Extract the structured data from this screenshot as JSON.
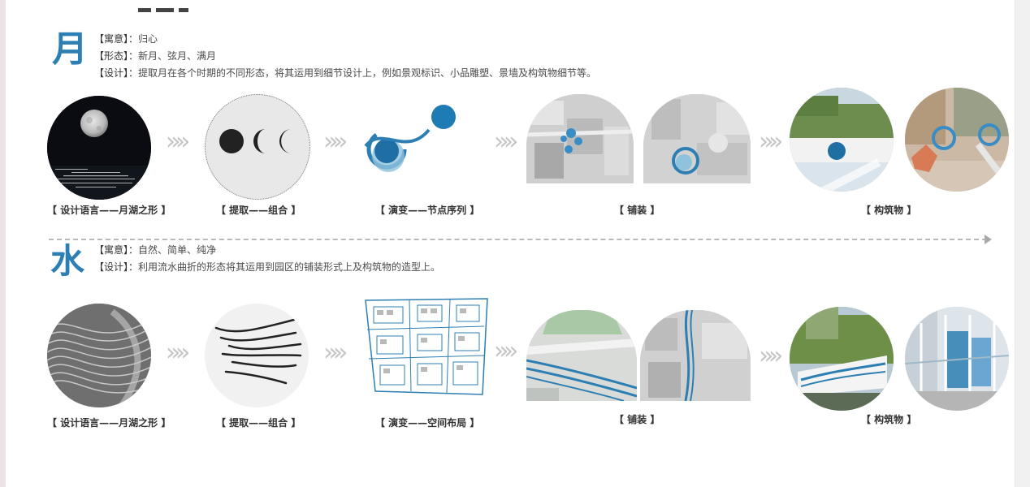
{
  "colors": {
    "accent": "#2d7fb3",
    "accent_light": "#8fc2dd",
    "divider": "#b9b9b9"
  },
  "moon": {
    "char": "月",
    "meaning_label": "【寓意】：",
    "meaning_value": "归心",
    "form_label": "【形态】：",
    "form_value": "新月、弦月、满月",
    "design_label": "【设计】：",
    "design_value": "提取月在各个时期的不同形态，将其运用到细节设计上，例如景观标识、小品雕塑、景墙及构筑物细节等。",
    "captions": [
      "【 设计语言——月湖之形 】",
      "【 提取——组合 】",
      "【 演变——节点序列 】",
      "【 铺装 】",
      "【 构筑物 】"
    ]
  },
  "water": {
    "char": "水",
    "meaning_label": "【寓意】：",
    "meaning_value": "自然、简单、纯净",
    "design_label": "【设计】：",
    "design_value": "利用流水曲折的形态将其运用到园区的铺装形式上及构筑物的造型上。",
    "captions": [
      "【 设计语言——月湖之形 】",
      "【 提取——组合 】",
      "【 演变——空间布局 】",
      "【 铺装 】",
      "【 构筑物 】"
    ]
  },
  "chevron": "»"
}
